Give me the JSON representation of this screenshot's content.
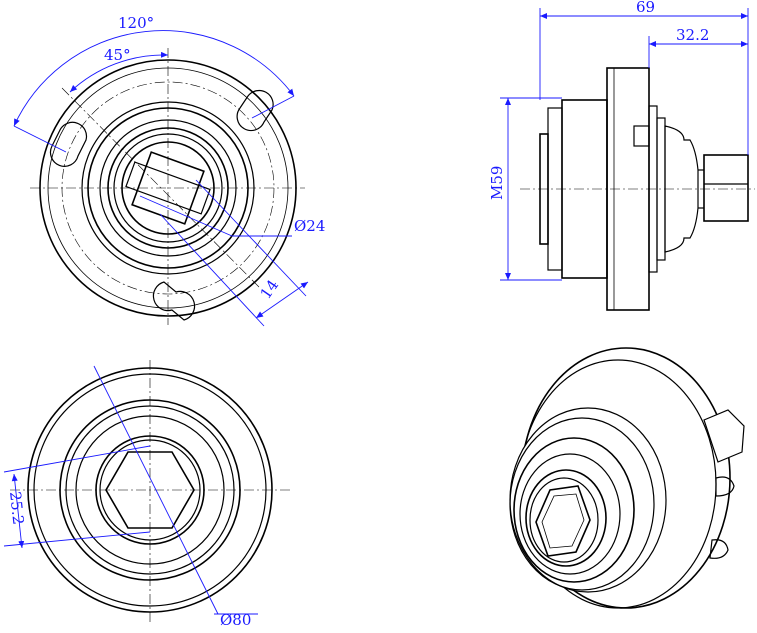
{
  "dimensions": {
    "angle_120": "120°",
    "angle_45": "45°",
    "dia_24": "Ø24",
    "len_14": "14",
    "len_69": "69",
    "len_32_2": "32.2",
    "thread_m59": "M59",
    "hex_25_2": "25.2",
    "dia_80": "Ø80"
  },
  "colors": {
    "line": "#000000",
    "dimension": "#1a1aff",
    "background": "#ffffff"
  }
}
